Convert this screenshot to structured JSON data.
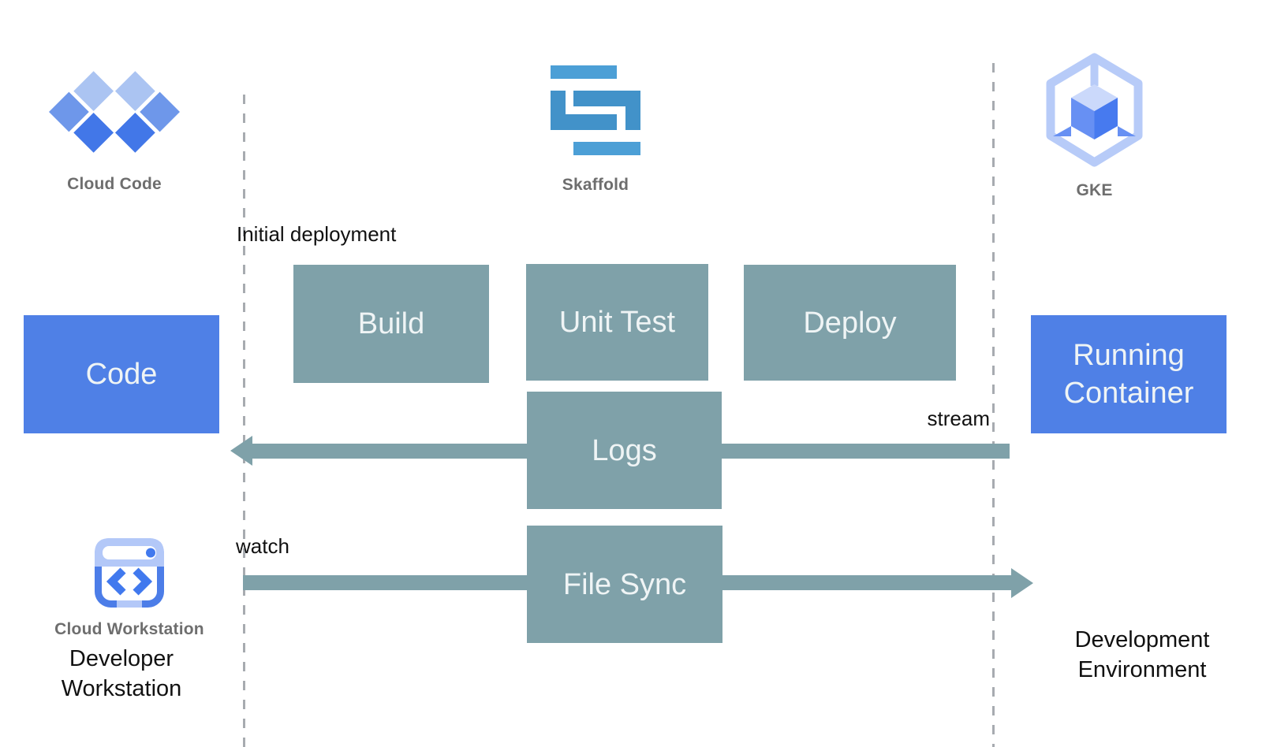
{
  "tools": {
    "cloud_code": {
      "label": "Cloud Code"
    },
    "skaffold": {
      "label": "Skaffold"
    },
    "gke": {
      "label": "GKE"
    },
    "cloud_workstation": {
      "label": "Cloud Workstation"
    }
  },
  "flow": {
    "initial_deployment_label": "Initial deployment",
    "boxes": {
      "code": "Code",
      "build": "Build",
      "unit_test": "Unit Test",
      "deploy": "Deploy",
      "logs": "Logs",
      "file_sync": "File Sync",
      "running_container": "Running Container"
    },
    "arrows": {
      "stream_label": "stream",
      "watch_label": "watch"
    }
  },
  "environments": {
    "developer_workstation": "Developer Workstation",
    "development_environment": "Development Environment"
  },
  "colors": {
    "blue_box": "#4F80E6",
    "teal_box": "#7FA1A9",
    "arrow": "#7FA1A9",
    "skaffold_blue_light": "#4C9FD6",
    "skaffold_blue_dark": "#4292C9",
    "cloud_code_light": "#ABC4F2",
    "cloud_code_medium": "#6E97EA",
    "cloud_code_dark": "#4277E8",
    "gke_outline": "#B7CBF8",
    "gke_cube_top": "#CBD9FB",
    "gke_cube_left": "#6790F3",
    "gke_cube_right": "#477AEF",
    "workstation_border": "#4C7DE8",
    "workstation_band": "#B3C8F8",
    "dashed_line": "#A7ABB0",
    "gray_label": "#6E6E6E",
    "black_text": "#111111",
    "box_text": "#EFF4F5"
  }
}
